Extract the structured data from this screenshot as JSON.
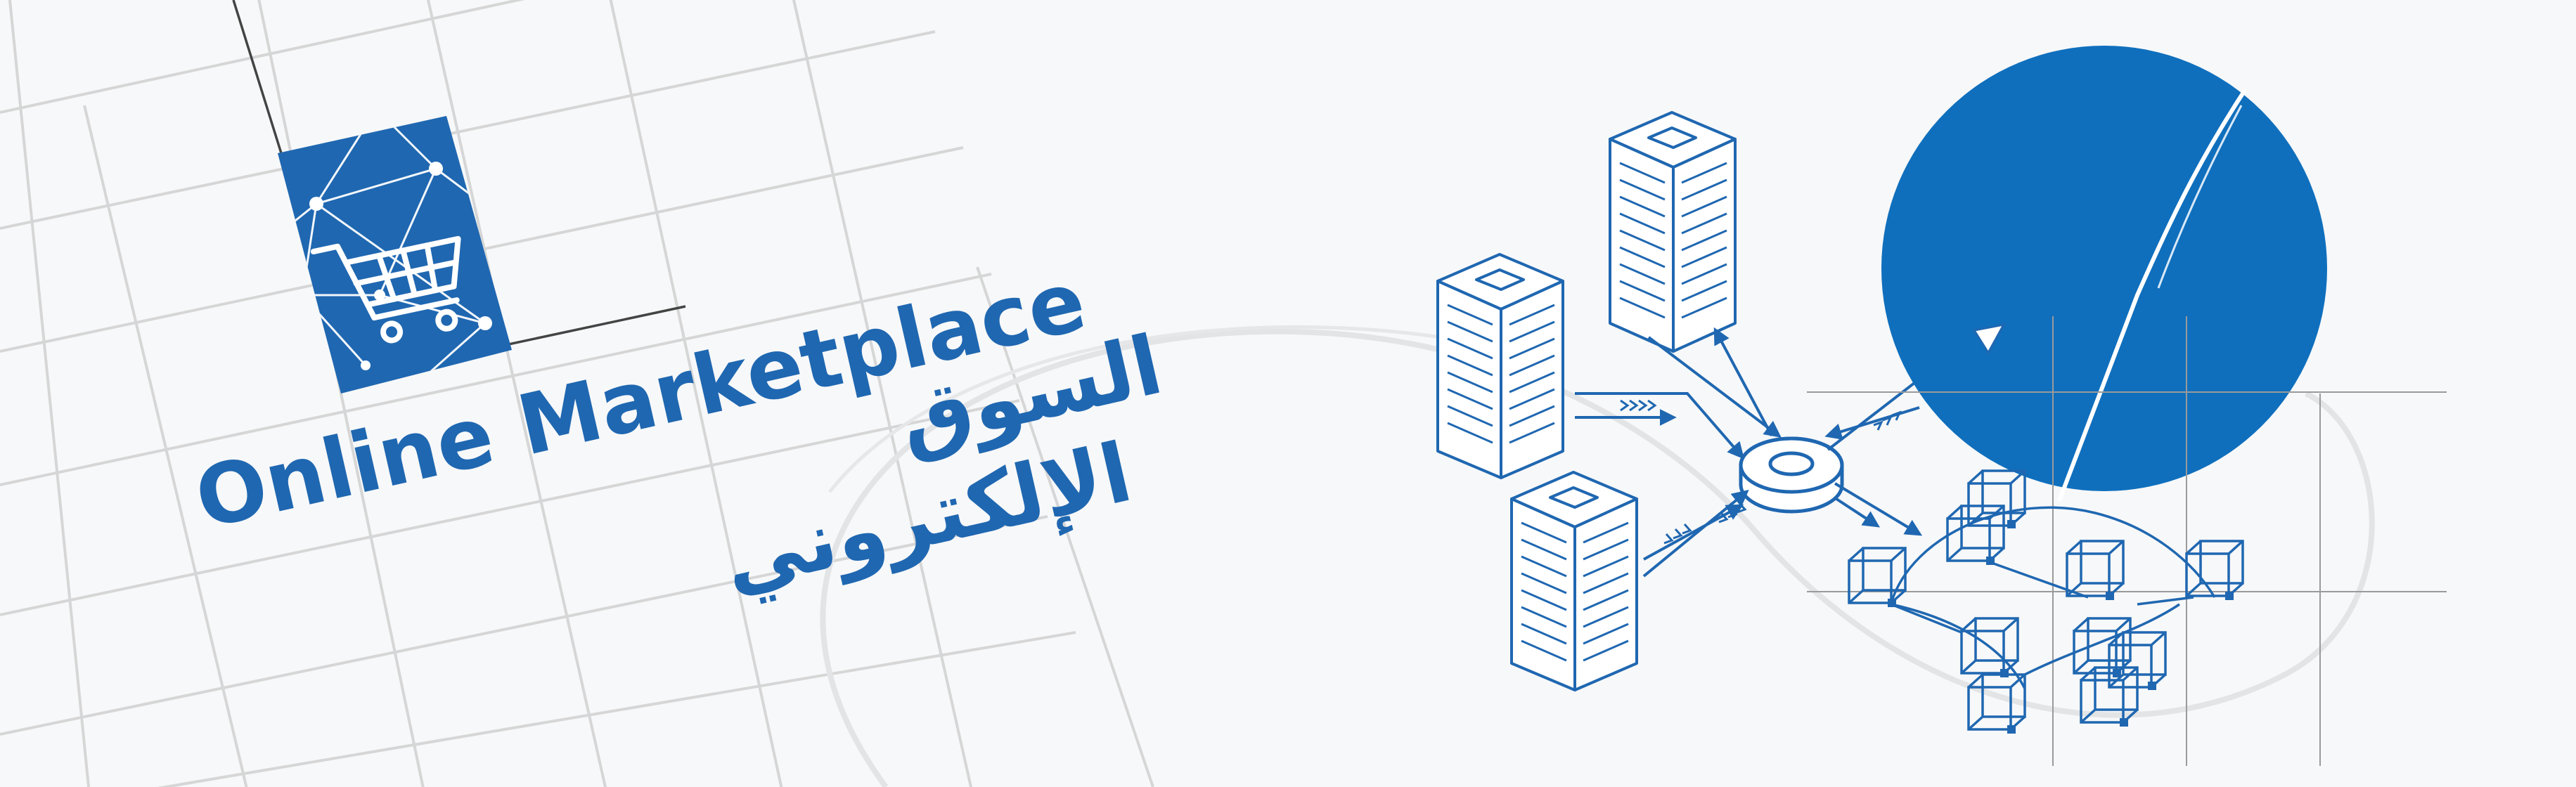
{
  "banner": {
    "title_en": "Online Marketplace",
    "title_ar_line1": "السوق",
    "title_ar_line2": "الإلكتروني"
  },
  "icons": {
    "logo": "shopping-cart-icon",
    "servers": "server-rack-icon",
    "hub": "network-hub-icon",
    "blocks": "blockchain-cubes-icon",
    "globe": "blue-circle-cursor-icon"
  },
  "colors": {
    "brand_blue": "#1f67b1",
    "accent_blue": "#0f6fbd",
    "background": "#f7f8f9",
    "grid": "#d8d8d8"
  }
}
